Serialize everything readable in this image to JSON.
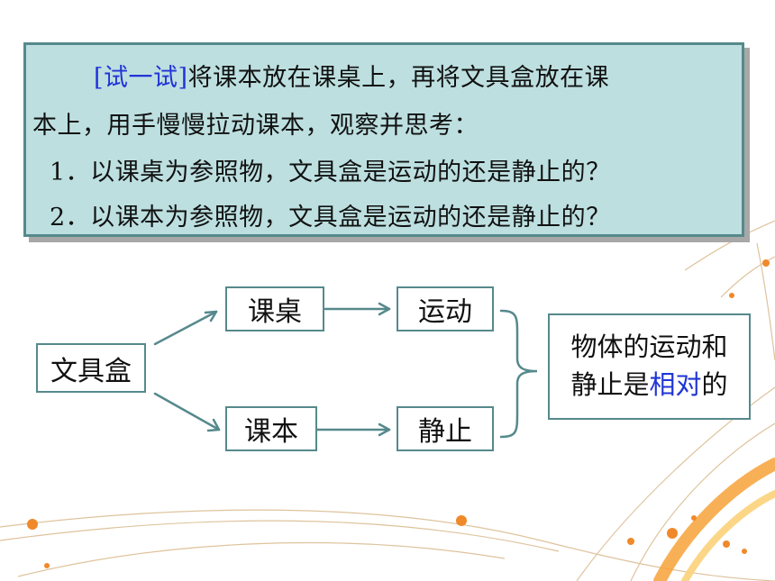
{
  "panel": {
    "bracket_label": "[试一试]",
    "line1_rest": "将课本放在课桌上，再将文具盒放在课",
    "line2": "本上，用手慢慢拉动课本，观察并思考：",
    "q1": "1．以课桌为参照物，文具盒是运动的还是静止的？",
    "q2": "2．以课本为参照物，文具盒是运动的还是静止的？"
  },
  "diagram": {
    "object": "文具盒",
    "ref_top": "课桌",
    "ref_bottom": "课本",
    "state_top": "运动",
    "state_bottom": "静止",
    "conclusion_line1": "物体的运动和",
    "conclusion_line2_a": "静止是",
    "conclusion_highlight": "相对",
    "conclusion_line2_b": "的"
  },
  "colors": {
    "panel_bg": "#bddfe0",
    "border": "#56898c",
    "highlight": "#1f35d6",
    "decor_orange": "#f0892a"
  }
}
